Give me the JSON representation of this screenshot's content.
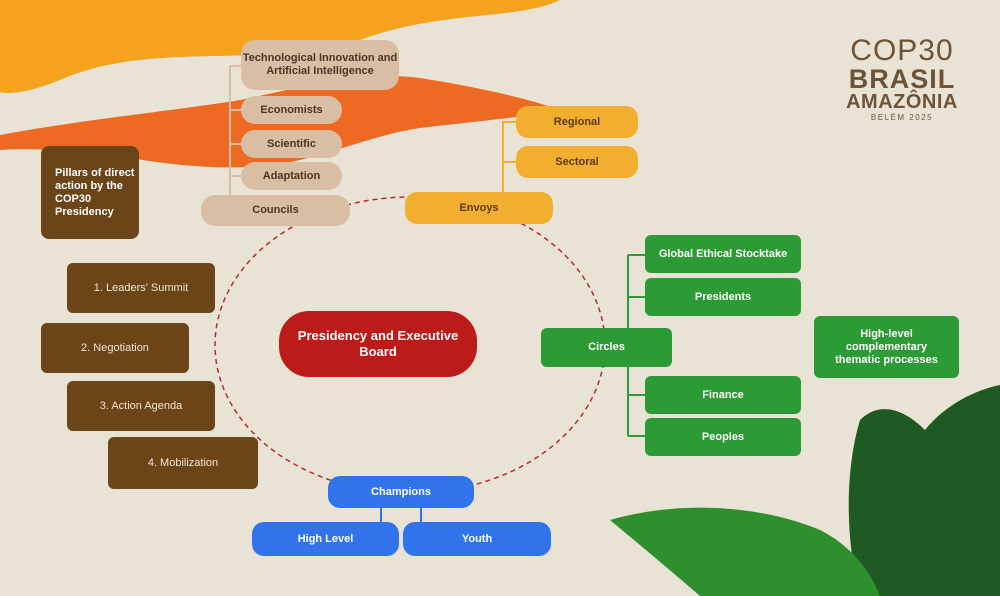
{
  "logo": {
    "line1": "COP30",
    "line2": "BRASIL",
    "line3": "AMAZÔNIA",
    "line4": "BELÉM 2025"
  },
  "pillars_title": "Pillars of direct action by the COP30 Presidency",
  "center": "Presidency and Executive Board",
  "councils": {
    "label": "Councils",
    "items": [
      "Technological Innovation and Artificial Intelligence",
      "Economists",
      "Scientific",
      "Adaptation"
    ]
  },
  "envoys": {
    "label": "Envoys",
    "items": [
      "Regional",
      "Sectoral"
    ]
  },
  "circles": {
    "label": "Circles",
    "items": [
      "Global Ethical Stocktake",
      "Presidents",
      "Finance",
      "Peoples"
    ]
  },
  "high_level_processes": "High-level complementary thematic processes",
  "champions": {
    "label": "Champions",
    "items": [
      "High Level",
      "Youth"
    ]
  },
  "pillars": [
    "1. Leaders' Summit",
    "2. Negotiation",
    "3. Action Agenda",
    "4. Mobilization"
  ],
  "colors": {
    "background": "#e9e3d6",
    "councils": "#d9bea3",
    "envoys": "#f2ae2e",
    "circles": "#2c9a35",
    "champions": "#3173ea",
    "pillars": "#6b4418",
    "center": "#bd1a1a",
    "dashed_ring": "#c0272d"
  }
}
